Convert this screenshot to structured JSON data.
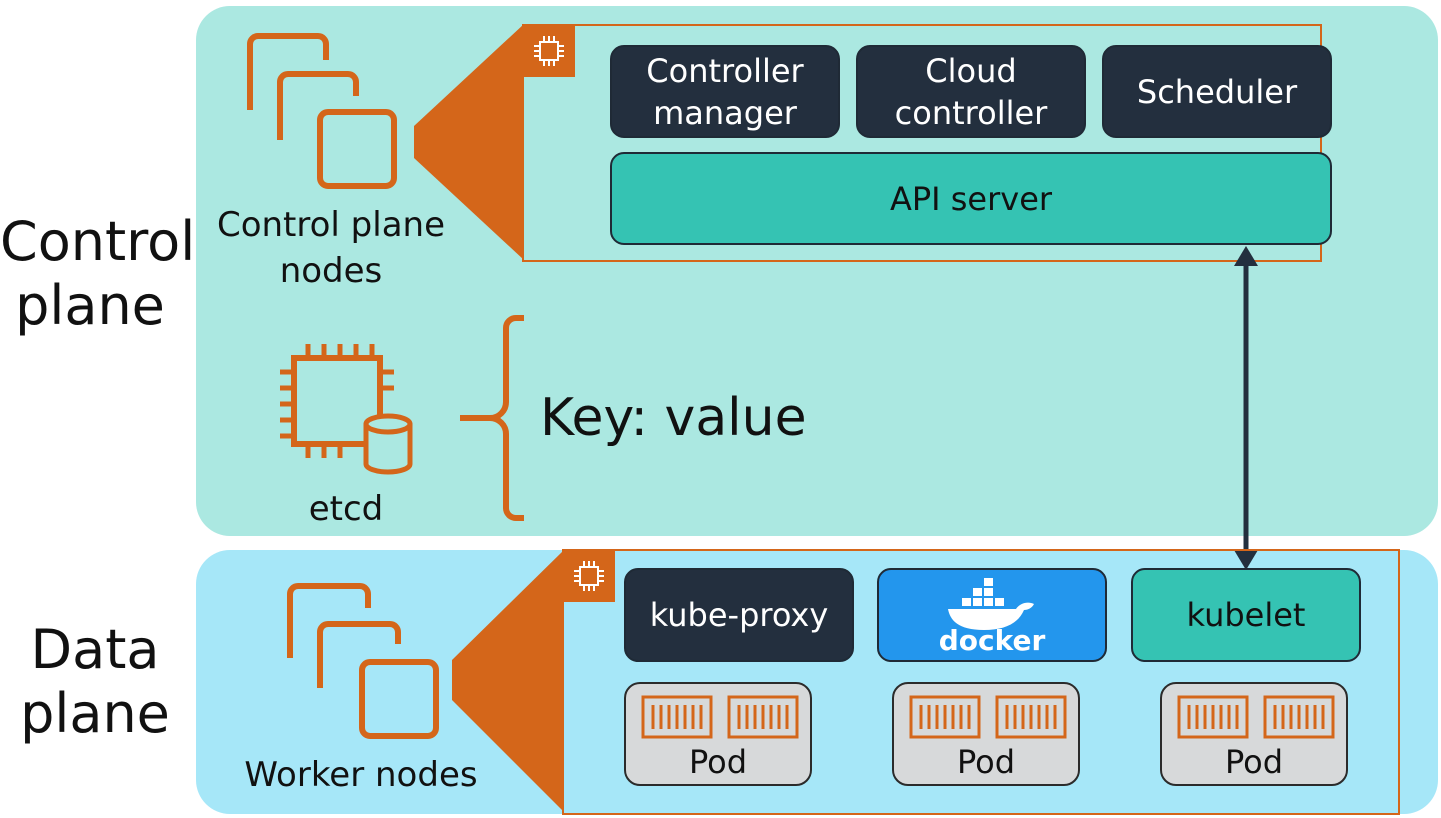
{
  "labels": {
    "control_plane": "Control\nplane",
    "data_plane": "Data\nplane",
    "control_plane_nodes": "Control plane\nnodes",
    "etcd": "etcd",
    "key_value": "Key: value",
    "worker_nodes": "Worker nodes"
  },
  "control_components": {
    "controller_manager": "Controller\nmanager",
    "cloud_controller": "Cloud\ncontroller",
    "scheduler": "Scheduler",
    "api_server": "API server"
  },
  "data_components": {
    "kube_proxy": "kube-proxy",
    "docker": "docker",
    "kubelet": "kubelet"
  },
  "pods": [
    "Pod",
    "Pod",
    "Pod"
  ],
  "colors": {
    "control_panel": "#abe8e1",
    "data_panel": "#a6e7f8",
    "orange": "#d4661a",
    "dark": "#232f3e",
    "teal": "#35c3b3",
    "docker_blue": "#2396ed",
    "pod_gray": "#d7d9da"
  }
}
